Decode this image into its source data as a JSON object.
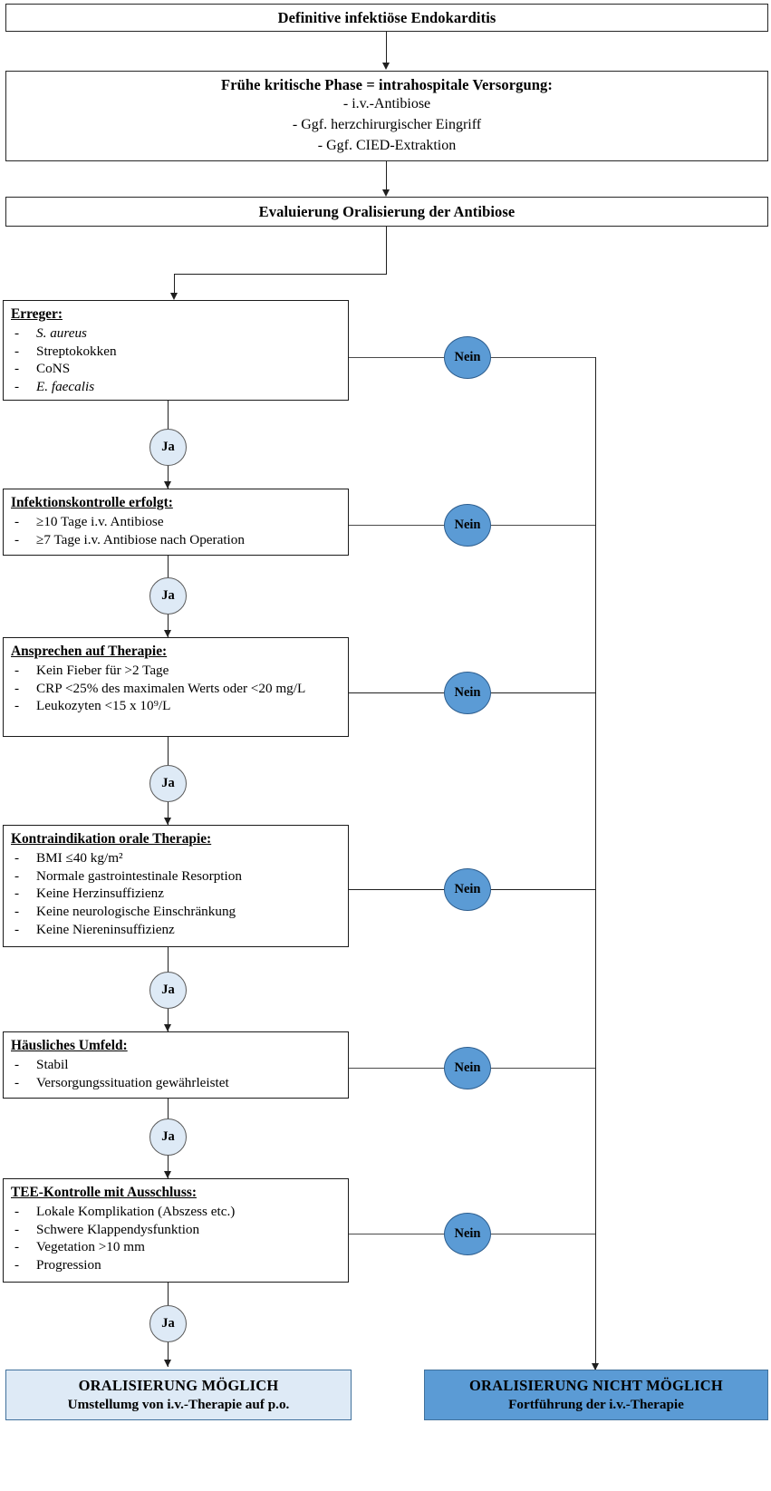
{
  "diagram": {
    "title": "Algorithmus Oralisierung der Antibiose bei infektioeser Endokarditis",
    "colors": {
      "yes_badge": "#DEEAF6",
      "no_badge": "#5B9BD5",
      "outcome_possible": "#DEEAF6",
      "outcome_not_possible": "#5B9BD5",
      "border": "#41719C",
      "line": "#1f1f1f"
    }
  },
  "header": {
    "start_title": "Definitive infektiöse Endokarditis",
    "phase_title": "Frühe kritische Phase = intrahospitale Versorgung:",
    "phase_items": [
      "-   i.v.-Antibiose",
      "-   Ggf. herzchirurgischer Eingriff",
      "-   Ggf. CIED-Extraktion"
    ],
    "evaluation_title": "Evaluierung Oralisierung der Antibiose"
  },
  "labels": {
    "yes": "Ja",
    "no": "Nein"
  },
  "criteria": [
    {
      "id": "erreger",
      "title": "Erreger:",
      "items": [
        "S. aureus",
        "Streptokokken",
        "CoNS",
        "E. faecalis"
      ]
    },
    {
      "id": "infektionskontrolle",
      "title": "Infektionskontrolle erfolgt:",
      "items": [
        "≥10 Tage i.v. Antibiose",
        "≥7 Tage i.v. Antibiose nach Operation"
      ]
    },
    {
      "id": "ansprechen",
      "title": "Ansprechen auf Therapie:",
      "items": [
        "Kein Fieber für >2 Tage",
        "CRP <25% des maximalen Werts oder <20 mg/L",
        "Leukozyten <15 x 10⁹/L"
      ]
    },
    {
      "id": "kontraindikation",
      "title": "Kontraindikation orale Therapie:",
      "items": [
        "BMI ≤40 kg/m²",
        "Normale gastrointestinale Resorption",
        "Keine Herzinsuffizienz",
        "Keine neurologische Einschränkung",
        "Keine Niereninsuffizienz"
      ]
    },
    {
      "id": "haeusliches-umfeld",
      "title": "Häusliches Umfeld:",
      "items": [
        "Stabil",
        "Versorgungssituation gewährleistet"
      ]
    },
    {
      "id": "tee-kontrolle",
      "title": "TEE-Kontrolle mit Ausschluss:",
      "items": [
        "Lokale Komplikation (Abszess etc.)",
        "Schwere Klappendysfunktion",
        "Vegetation >10 mm",
        "Progression"
      ]
    }
  ],
  "outcomes": {
    "possible": {
      "line1": "ORALISIERUNG MÖGLICH",
      "line2": "Umstellumg von i.v.-Therapie auf p.o."
    },
    "not_possible": {
      "line1": "ORALISIERUNG NICHT MÖGLICH",
      "line2": "Fortführung der i.v.-Therapie"
    }
  }
}
